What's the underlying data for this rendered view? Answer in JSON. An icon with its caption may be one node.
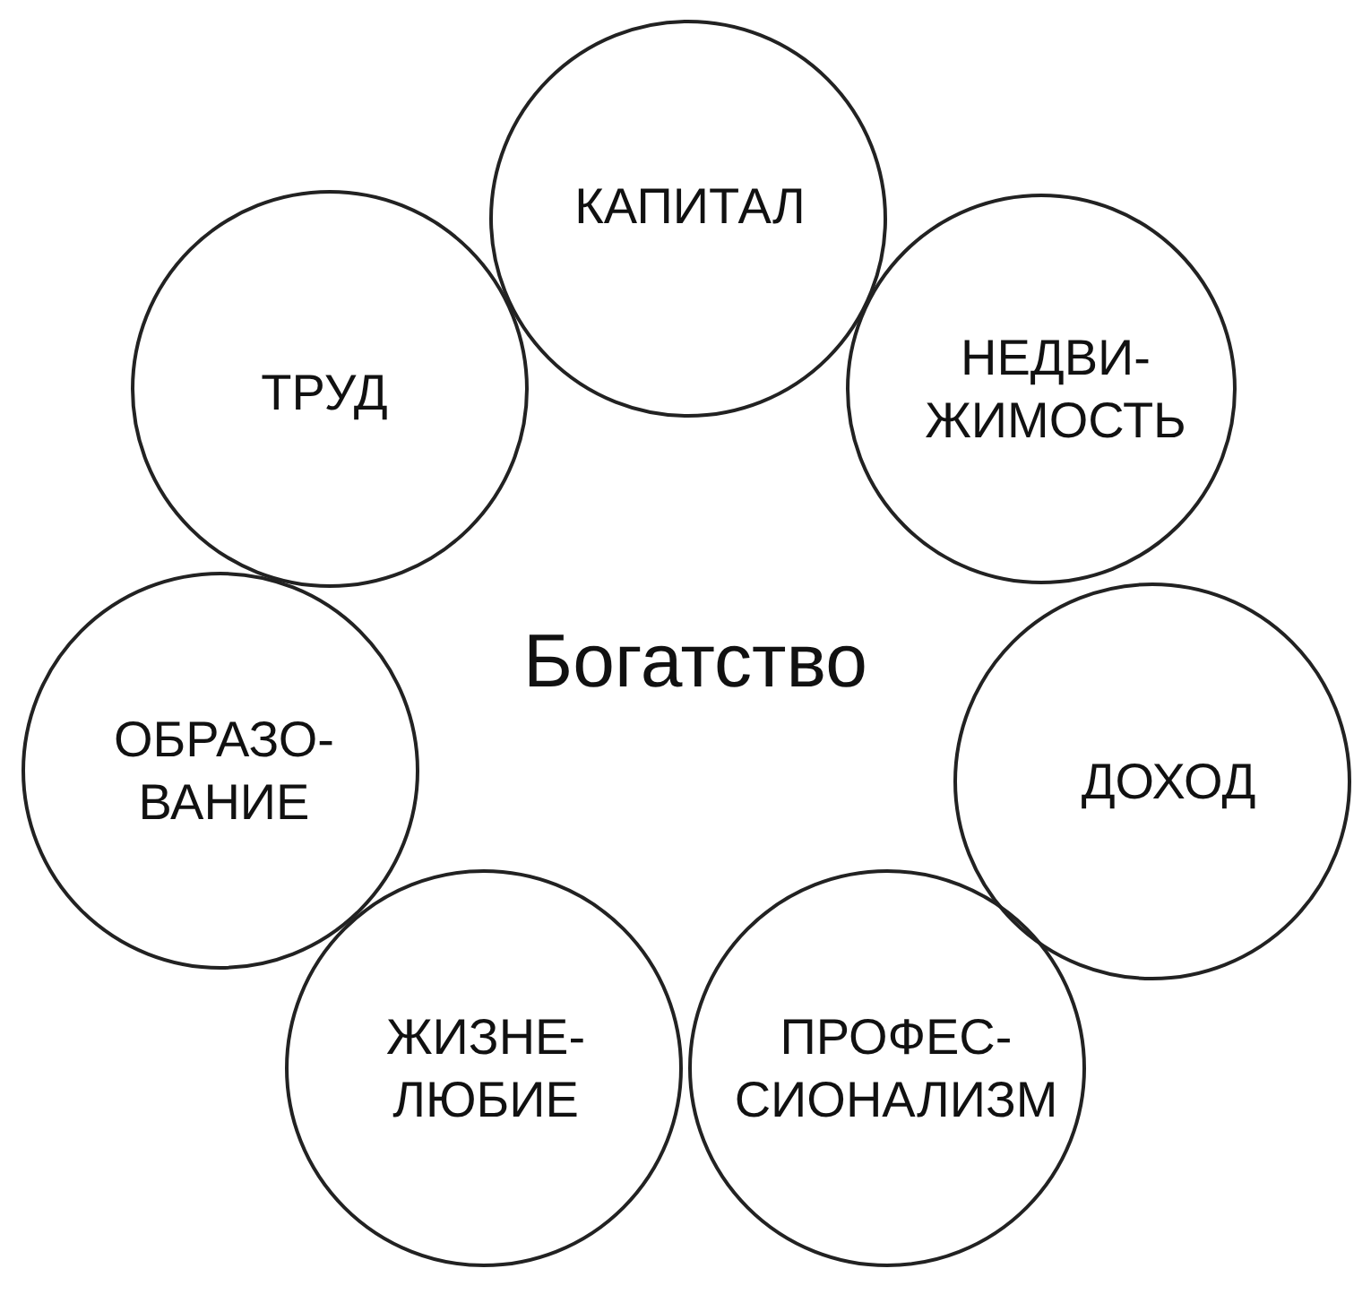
{
  "diagram": {
    "title": "Богатство",
    "nodes": [
      {
        "text": [
          "КАПИТАЛ"
        ]
      },
      {
        "text": [
          "НЕДВИ- ЖИМОСТЬ"
        ]
      },
      {
        "text": [
          "ДОХОД"
        ]
      },
      {
        "text": [
          "ПРОФЕС- СИОНАЛИЗМ"
        ]
      },
      {
        "text": [
          "ЖИЗНЕ- ЛЮБИЕ"
        ]
      },
      {
        "text": [
          "ОБРАЗО- ВАНИЕ"
        ]
      },
      {
        "text": [
          "ТРУД"
        ]
      }
    ]
  }
}
